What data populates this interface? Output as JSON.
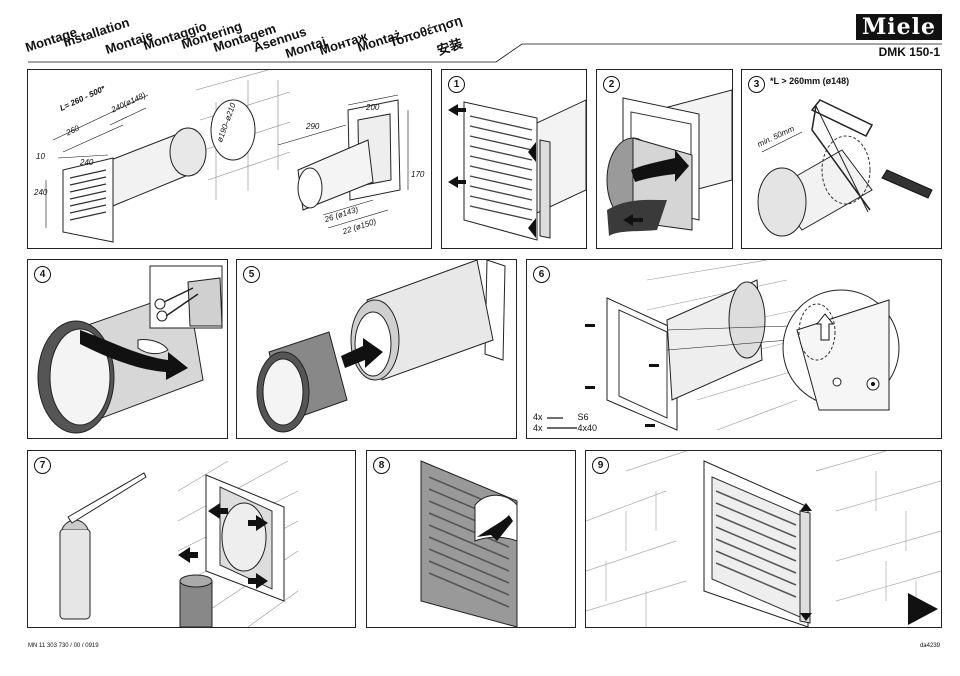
{
  "header": {
    "languages": [
      "Montage",
      "Installation",
      "Montaje",
      "Montaggio",
      "Montering",
      "Montagem",
      "Asennus",
      "Montaj",
      "Монтаж",
      "Montaż",
      "Τοποθέτηση",
      "安装"
    ],
    "brand": "Miele",
    "model": "DMK 150-1"
  },
  "panel_overview": {
    "dims": {
      "length": "L= 260 - 500*",
      "d240_148": "240(ø148)",
      "d260": "260",
      "d10": "10",
      "d240a": "240",
      "d240b": "240",
      "hole": "ø190–ø210",
      "d200": "200",
      "d290": "290",
      "d170": "170",
      "d26": "26 (ø143)",
      "d22": "22 (ø150)"
    }
  },
  "steps": [
    {
      "num": "1"
    },
    {
      "num": "2"
    },
    {
      "num": "3",
      "note": "*L > 260mm (ø148)",
      "min": "min. 50mm"
    },
    {
      "num": "4"
    },
    {
      "num": "5"
    },
    {
      "num": "6",
      "parts": [
        {
          "qty": "4x",
          "label": "S6"
        },
        {
          "qty": "4x",
          "label": "4x40"
        }
      ]
    },
    {
      "num": "7"
    },
    {
      "num": "8"
    },
    {
      "num": "9"
    }
  ],
  "footer": {
    "doc_number": "MN 11 303 730 / 00 / 0919",
    "code": "da4239"
  },
  "colors": {
    "ink": "#111111",
    "paper": "#ffffff",
    "grey": "#8a8a8a",
    "light": "#d9d9d9"
  }
}
